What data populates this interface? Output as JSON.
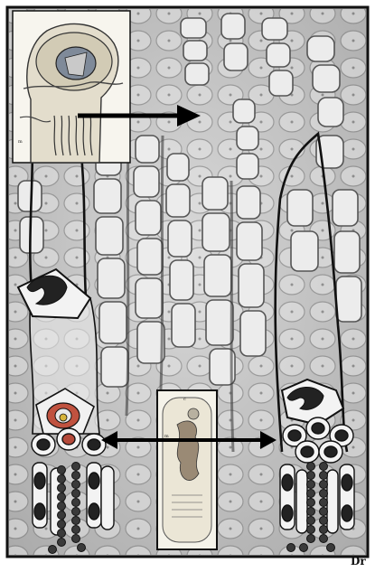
{
  "figure": {
    "signature": "Dr",
    "inset_labels": {
      "top_left_inset_label": "m",
      "center_inset_label_top": "c",
      "center_inset_label_mid": "m"
    },
    "colors": {
      "frame": "#111111",
      "tissue_background": "#cfcfcf",
      "cell_fill": "#e6e6e6",
      "cell_outline": "#6a6a6a",
      "arrow": "#000000",
      "nucleus_dark": "#222222",
      "bead": "#3a3a3a"
    }
  }
}
